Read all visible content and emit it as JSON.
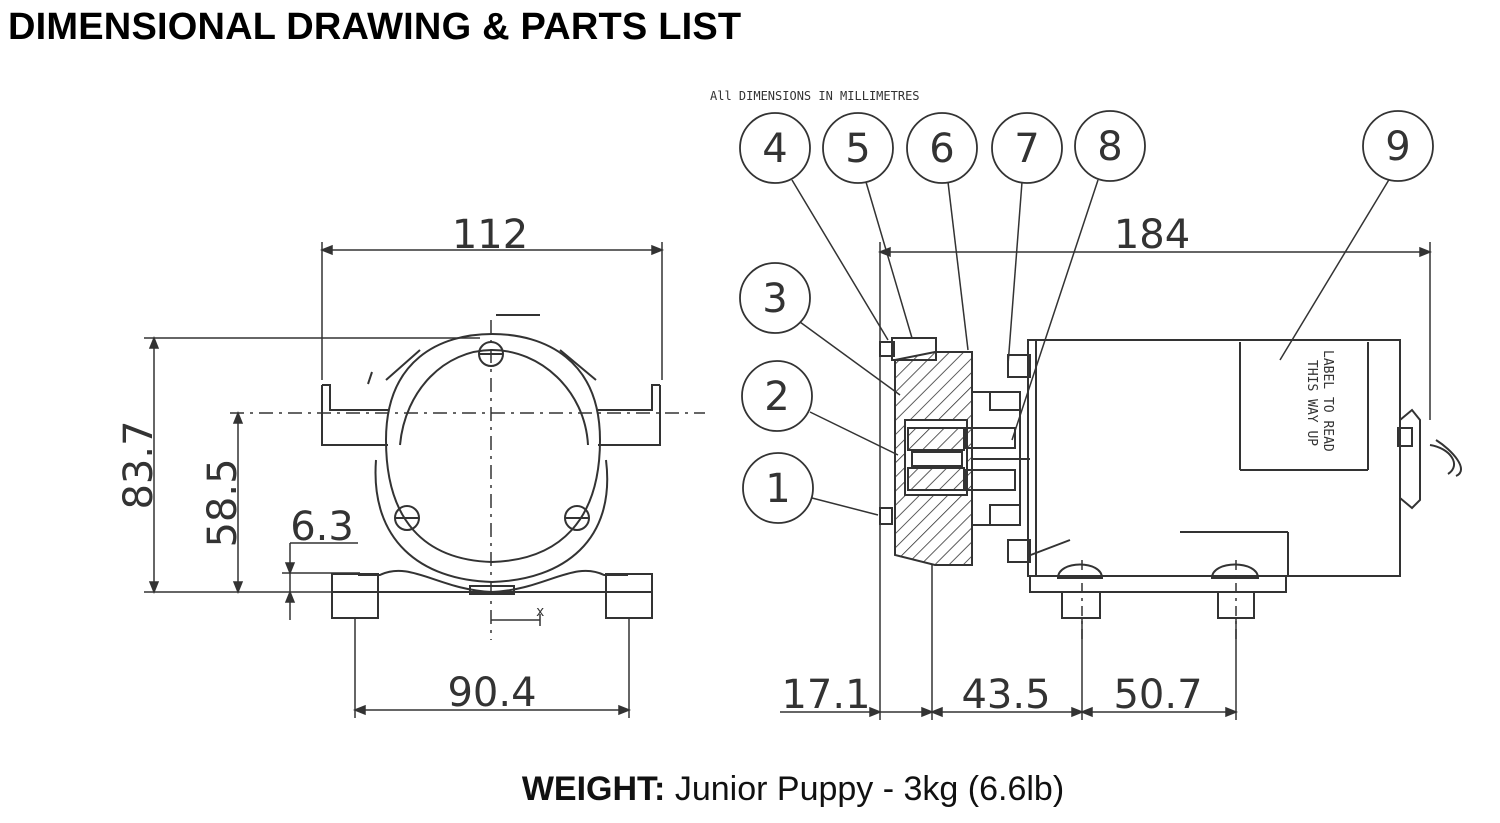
{
  "title": "DIMENSIONAL DRAWING & PARTS LIST",
  "units_note": "All DIMENSIONS IN MILLIMETRES",
  "front_view": {
    "dim_width_top": "112",
    "dim_height_total": "83.7",
    "dim_height_axis": "58.5",
    "dim_foot": "6.3",
    "dim_base_width": "90.4",
    "axis_mark": "x"
  },
  "side_view": {
    "dim_length": "184",
    "dim_a": "17.1",
    "dim_b": "43.5",
    "dim_c": "50.7",
    "label_text_1": "LABEL TO READ",
    "label_text_2": "THIS WAY UP"
  },
  "callouts": [
    "1",
    "2",
    "3",
    "4",
    "5",
    "6",
    "7",
    "8",
    "9"
  ],
  "weight": {
    "label": "WEIGHT:",
    "value": " Junior Puppy - 3kg (6.6lb)"
  },
  "colors": {
    "line": "#333333",
    "text": "#000000"
  }
}
